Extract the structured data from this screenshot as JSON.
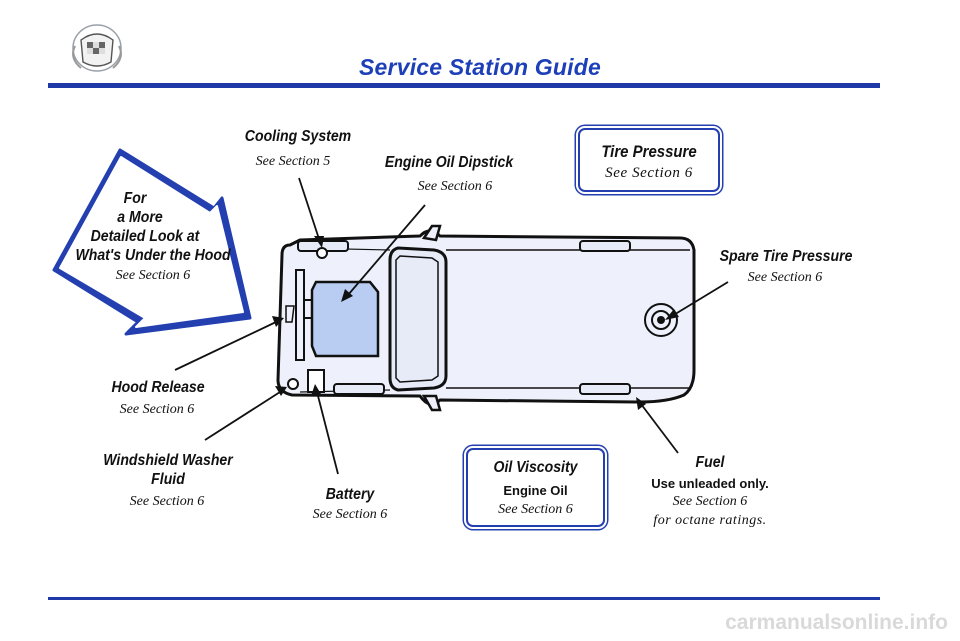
{
  "page": {
    "title": "Service Station Guide",
    "watermark": "carmanualsonline.info"
  },
  "arrow_callout": {
    "line1": "For",
    "line2": "a More",
    "line3": "Detailed Look at",
    "line4": "What's Under the Hood",
    "ref": "See Section 6"
  },
  "labels": {
    "cooling_system": {
      "title": "Cooling System",
      "ref": "See Section 5"
    },
    "engine_oil_dipstick": {
      "title": "Engine Oil Dipstick",
      "ref": "See Section 6"
    },
    "tire_pressure": {
      "title": "Tire Pressure",
      "ref": "See Section 6"
    },
    "spare_tire_pressure": {
      "title": "Spare Tire Pressure",
      "ref": "See Section 6"
    },
    "hood_release": {
      "title": "Hood Release",
      "ref": "See Section 6"
    },
    "windshield_washer": {
      "title_line1": "Windshield Washer",
      "title_line2": "Fluid",
      "ref": "See Section 6"
    },
    "battery": {
      "title": "Battery",
      "ref": "See Section 6"
    },
    "oil_viscosity": {
      "title": "Oil Viscosity",
      "subtitle": "Engine Oil",
      "ref": "See Section 6"
    },
    "fuel": {
      "title": "Fuel",
      "note": "Use unleaded only.",
      "ref": "See Section 6",
      "ref2": "for octane ratings."
    }
  },
  "colors": {
    "accent_blue": "#1f3aa8",
    "car_fill": "#eef1fb",
    "engine_fill": "#b9cdf2"
  },
  "icons": [
    "cadillac-crest-icon"
  ]
}
